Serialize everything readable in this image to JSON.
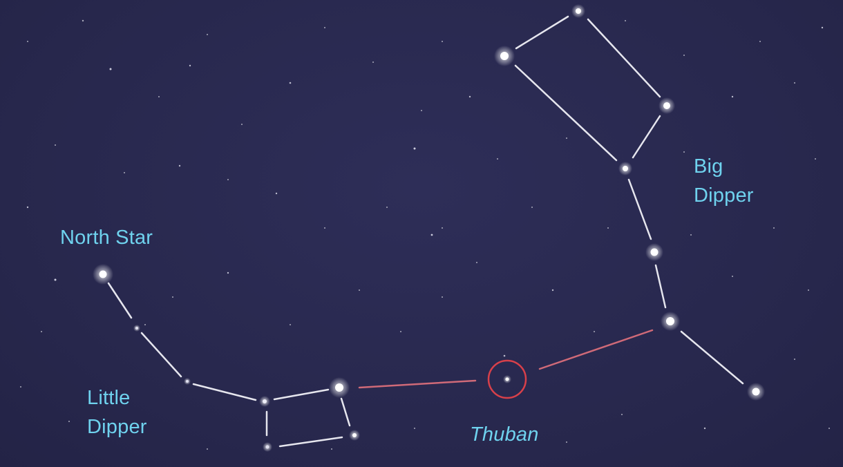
{
  "labels": {
    "north_star": "North Star",
    "little_dipper": [
      "Little",
      "Dipper"
    ],
    "big_dipper": [
      "Big",
      "Dipper"
    ],
    "thuban": "Thuban"
  },
  "colors": {
    "sky": "#2a2a52",
    "label": "#6fd2ee",
    "constellation_line": "#e6e6ee",
    "pointer_line": "#d06a78",
    "thuban_circle": "#d8404a"
  }
}
